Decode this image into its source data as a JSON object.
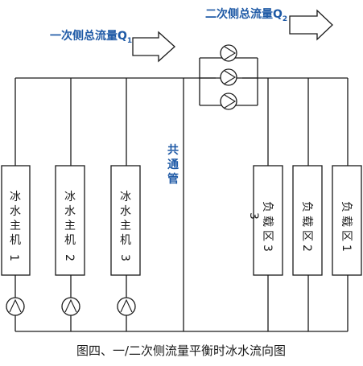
{
  "flows": {
    "primary": {
      "label": "一次侧总流量Q",
      "sub": "1"
    },
    "secondary": {
      "label": "二次侧总流量Q",
      "sub": "2"
    }
  },
  "common_pipe": [
    "共",
    "通",
    "管"
  ],
  "chillers": [
    {
      "chars": [
        "冰",
        "水",
        "主",
        "机"
      ],
      "num": "1"
    },
    {
      "chars": [
        "冰",
        "水",
        "主",
        "机"
      ],
      "num": "2"
    },
    {
      "chars": [
        "冰",
        "水",
        "主",
        "机"
      ],
      "num": "3"
    }
  ],
  "loads": [
    {
      "chars": [
        "负",
        "载",
        "区"
      ],
      "num": "3",
      "extra": "3"
    },
    {
      "chars": [
        "负",
        "载",
        "区"
      ],
      "num": "2"
    },
    {
      "chars": [
        "负",
        "载",
        "区"
      ],
      "num": "1"
    }
  ],
  "caption": "图四、一/二次侧流量平衡时冰水流向图",
  "colors": {
    "accent": "#1f5aa6",
    "line": "#1a1a1a"
  }
}
